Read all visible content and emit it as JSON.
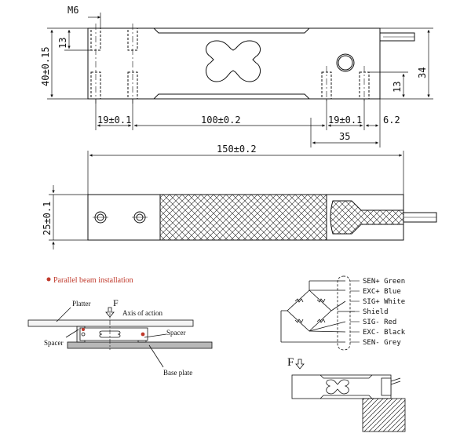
{
  "drawing": {
    "thread_label": "M6",
    "top_view": {
      "dim_hole_depth_left": "13",
      "dim_height": "40±0.15",
      "dim_right_height": "34",
      "dim_hole_depth_right": "13",
      "dim_seg_19_left": "19±0.1",
      "dim_seg_100": "100±0.2",
      "dim_seg_19_right": "19±0.1",
      "dim_seg_6_2": "6.2",
      "dim_35": "35"
    },
    "side_view": {
      "dim_length": "150±0.2",
      "dim_width": "25±0.1"
    },
    "installation": {
      "title": "Parallel beam installation",
      "platter_label": "Platter",
      "force_label": "F",
      "axis_label": "Axis of action",
      "spacer_left_label": "Spacer",
      "spacer_right_label": "Spacer",
      "base_plate_label": "Base plate"
    },
    "wiring": {
      "wires": [
        "SEN+ Green",
        "EXC+ Blue",
        "SIG+ White",
        "Shield",
        "SIG- Red",
        "EXC- Black",
        "SEN- Grey"
      ]
    },
    "mount": {
      "force_label": "F"
    }
  },
  "colors": {
    "line": "#111111",
    "accent_red": "#c0392b",
    "base_plate_fill": "#b8b8b8"
  }
}
